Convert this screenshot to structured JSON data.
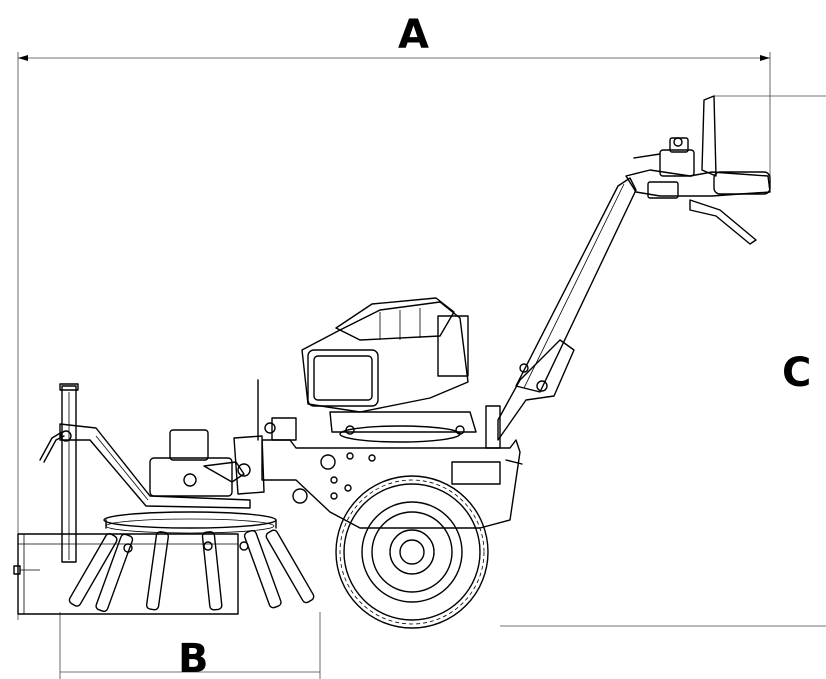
{
  "labels": {
    "length": "A",
    "width": "B",
    "height": "C"
  },
  "colors": {
    "line": "#000000",
    "background": "#ffffff"
  }
}
